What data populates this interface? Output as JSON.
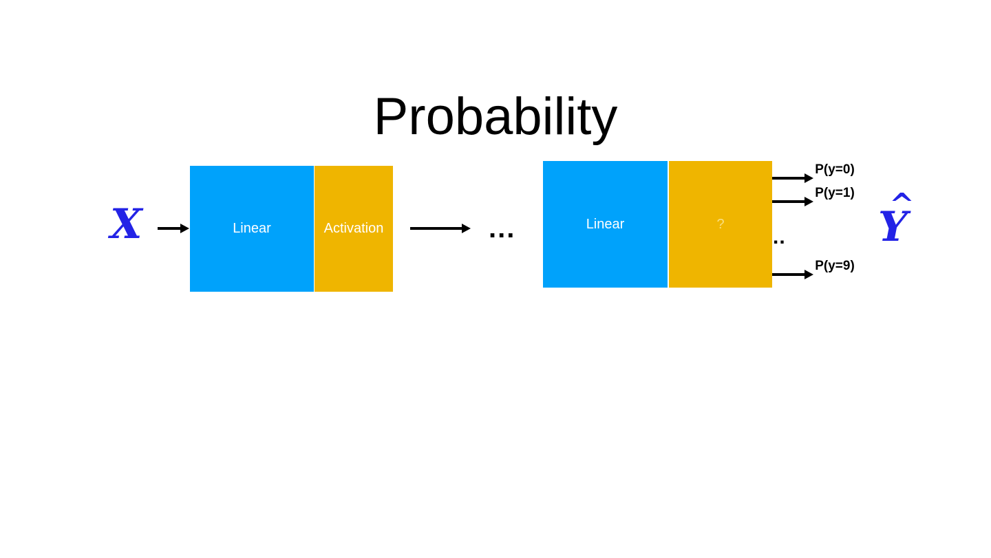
{
  "slide": {
    "title": "Probability",
    "background_color": "#ffffff"
  },
  "colors": {
    "linear_block": "#00A2FB",
    "activation_block": "#EFB500",
    "symbol_blue": "#2323E6",
    "block_text": "#FFFFFF",
    "unknown_text": "#F9DE80",
    "arrow": "#000000",
    "title_text": "#000000"
  },
  "input": {
    "symbol": "X",
    "arrow": "arrow-right"
  },
  "output": {
    "symbol": "Y",
    "hat": "^"
  },
  "layers": [
    {
      "id": "group-1",
      "linear_label": "Linear",
      "activation_label": "Activation"
    },
    {
      "id": "group-2",
      "linear_label": "Linear",
      "activation_label": "?"
    }
  ],
  "middle": {
    "arrow": "arrow-right",
    "ellipsis": "..."
  },
  "outputs": {
    "ellipsis": "..",
    "items": [
      {
        "id": "p-y-0",
        "label": "P(y=0)",
        "arrow": "arrow-right"
      },
      {
        "id": "p-y-1",
        "label": "P(y=1)",
        "arrow": "arrow-right"
      },
      {
        "id": "p-y-9",
        "label": "P(y=9)",
        "arrow": "arrow-right"
      }
    ]
  }
}
